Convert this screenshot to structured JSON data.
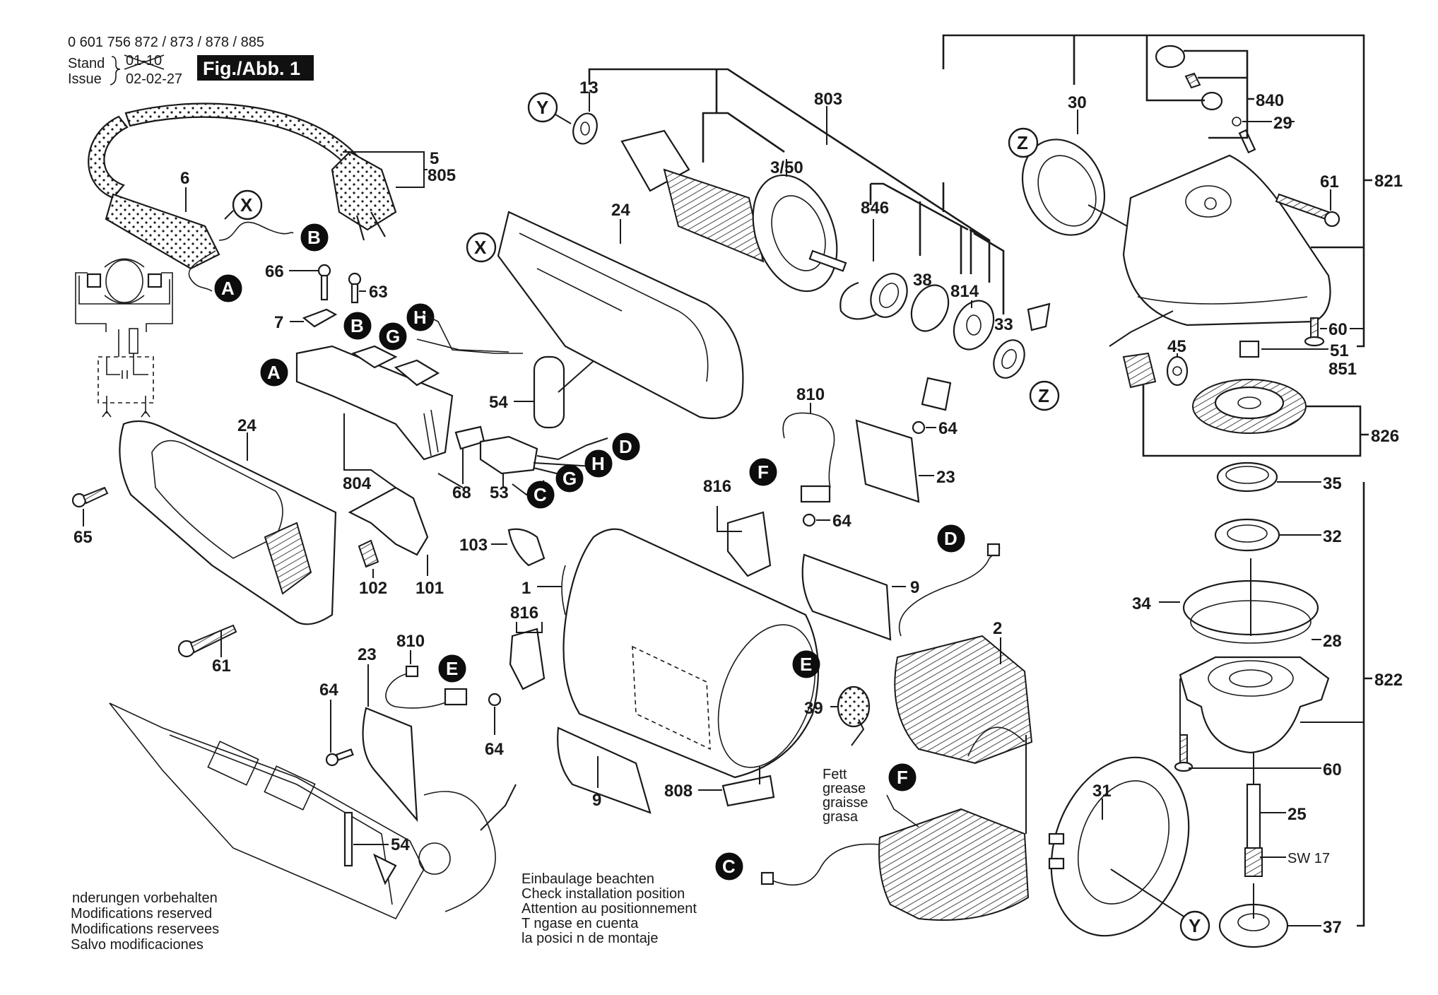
{
  "header": {
    "part_numbers": "0 601 756 872 / 873 / 878 / 885",
    "stand_label": "Stand",
    "issue_label": "Issue",
    "stand_value_struck": "01-10",
    "issue_date": "02-02-27",
    "figure_label": "Fig./Abb. 1"
  },
  "part_labels": {
    "p5": "5",
    "p805": "805",
    "p6": "6",
    "p66": "66",
    "p63": "63",
    "p7": "7",
    "p24_left": "24",
    "p65": "65",
    "p61_left": "61",
    "p804": "804",
    "p68": "68",
    "p53": "53",
    "p54_top": "54",
    "p102": "102",
    "p101": "101",
    "p103": "103",
    "p1": "1",
    "p816_top": "816",
    "p816_mid": "816",
    "p810_top": "810",
    "p810_left": "810",
    "p23_left": "23",
    "p64_left": "64",
    "p64_mid": "64",
    "p9_bottom": "9",
    "p808": "808",
    "p54_bottom": "54",
    "p13": "13",
    "p803": "803",
    "p350": "3/50",
    "p24_top": "24",
    "p846": "846",
    "p38": "38",
    "p814": "814",
    "p33": "33",
    "p64_a": "64",
    "p23_right": "23",
    "p64_b": "64",
    "p9_right": "9",
    "p2": "2",
    "p39": "39",
    "p30": "30",
    "p840": "840",
    "p29": "29",
    "p61_right": "61",
    "p821": "821",
    "p60_a": "60",
    "p45": "45",
    "p51": "51",
    "p851": "851",
    "p826": "826",
    "p35": "35",
    "p32": "32",
    "p34": "34",
    "p28": "28",
    "p822": "822",
    "p60_b": "60",
    "p31": "31",
    "p25": "25",
    "sw17": "SW 17",
    "p37": "37"
  },
  "connectors": {
    "A": "A",
    "B": "B",
    "C": "C",
    "D": "D",
    "E": "E",
    "F": "F",
    "G": "G",
    "H": "H",
    "X": "X",
    "Y": "Y",
    "Z": "Z"
  },
  "grease_note": [
    "Fett",
    "grease",
    "graisse",
    "grasa"
  ],
  "install_note": [
    "Einbaulage beachten",
    "Check installation position",
    "Attention au positionnement",
    "T ngase en cuenta",
    "la posici n de montaje"
  ],
  "modification_note": [
    " nderungen vorbehalten",
    "Modifications reserved",
    "Modifications reservees",
    "Salvo modificaciones"
  ]
}
